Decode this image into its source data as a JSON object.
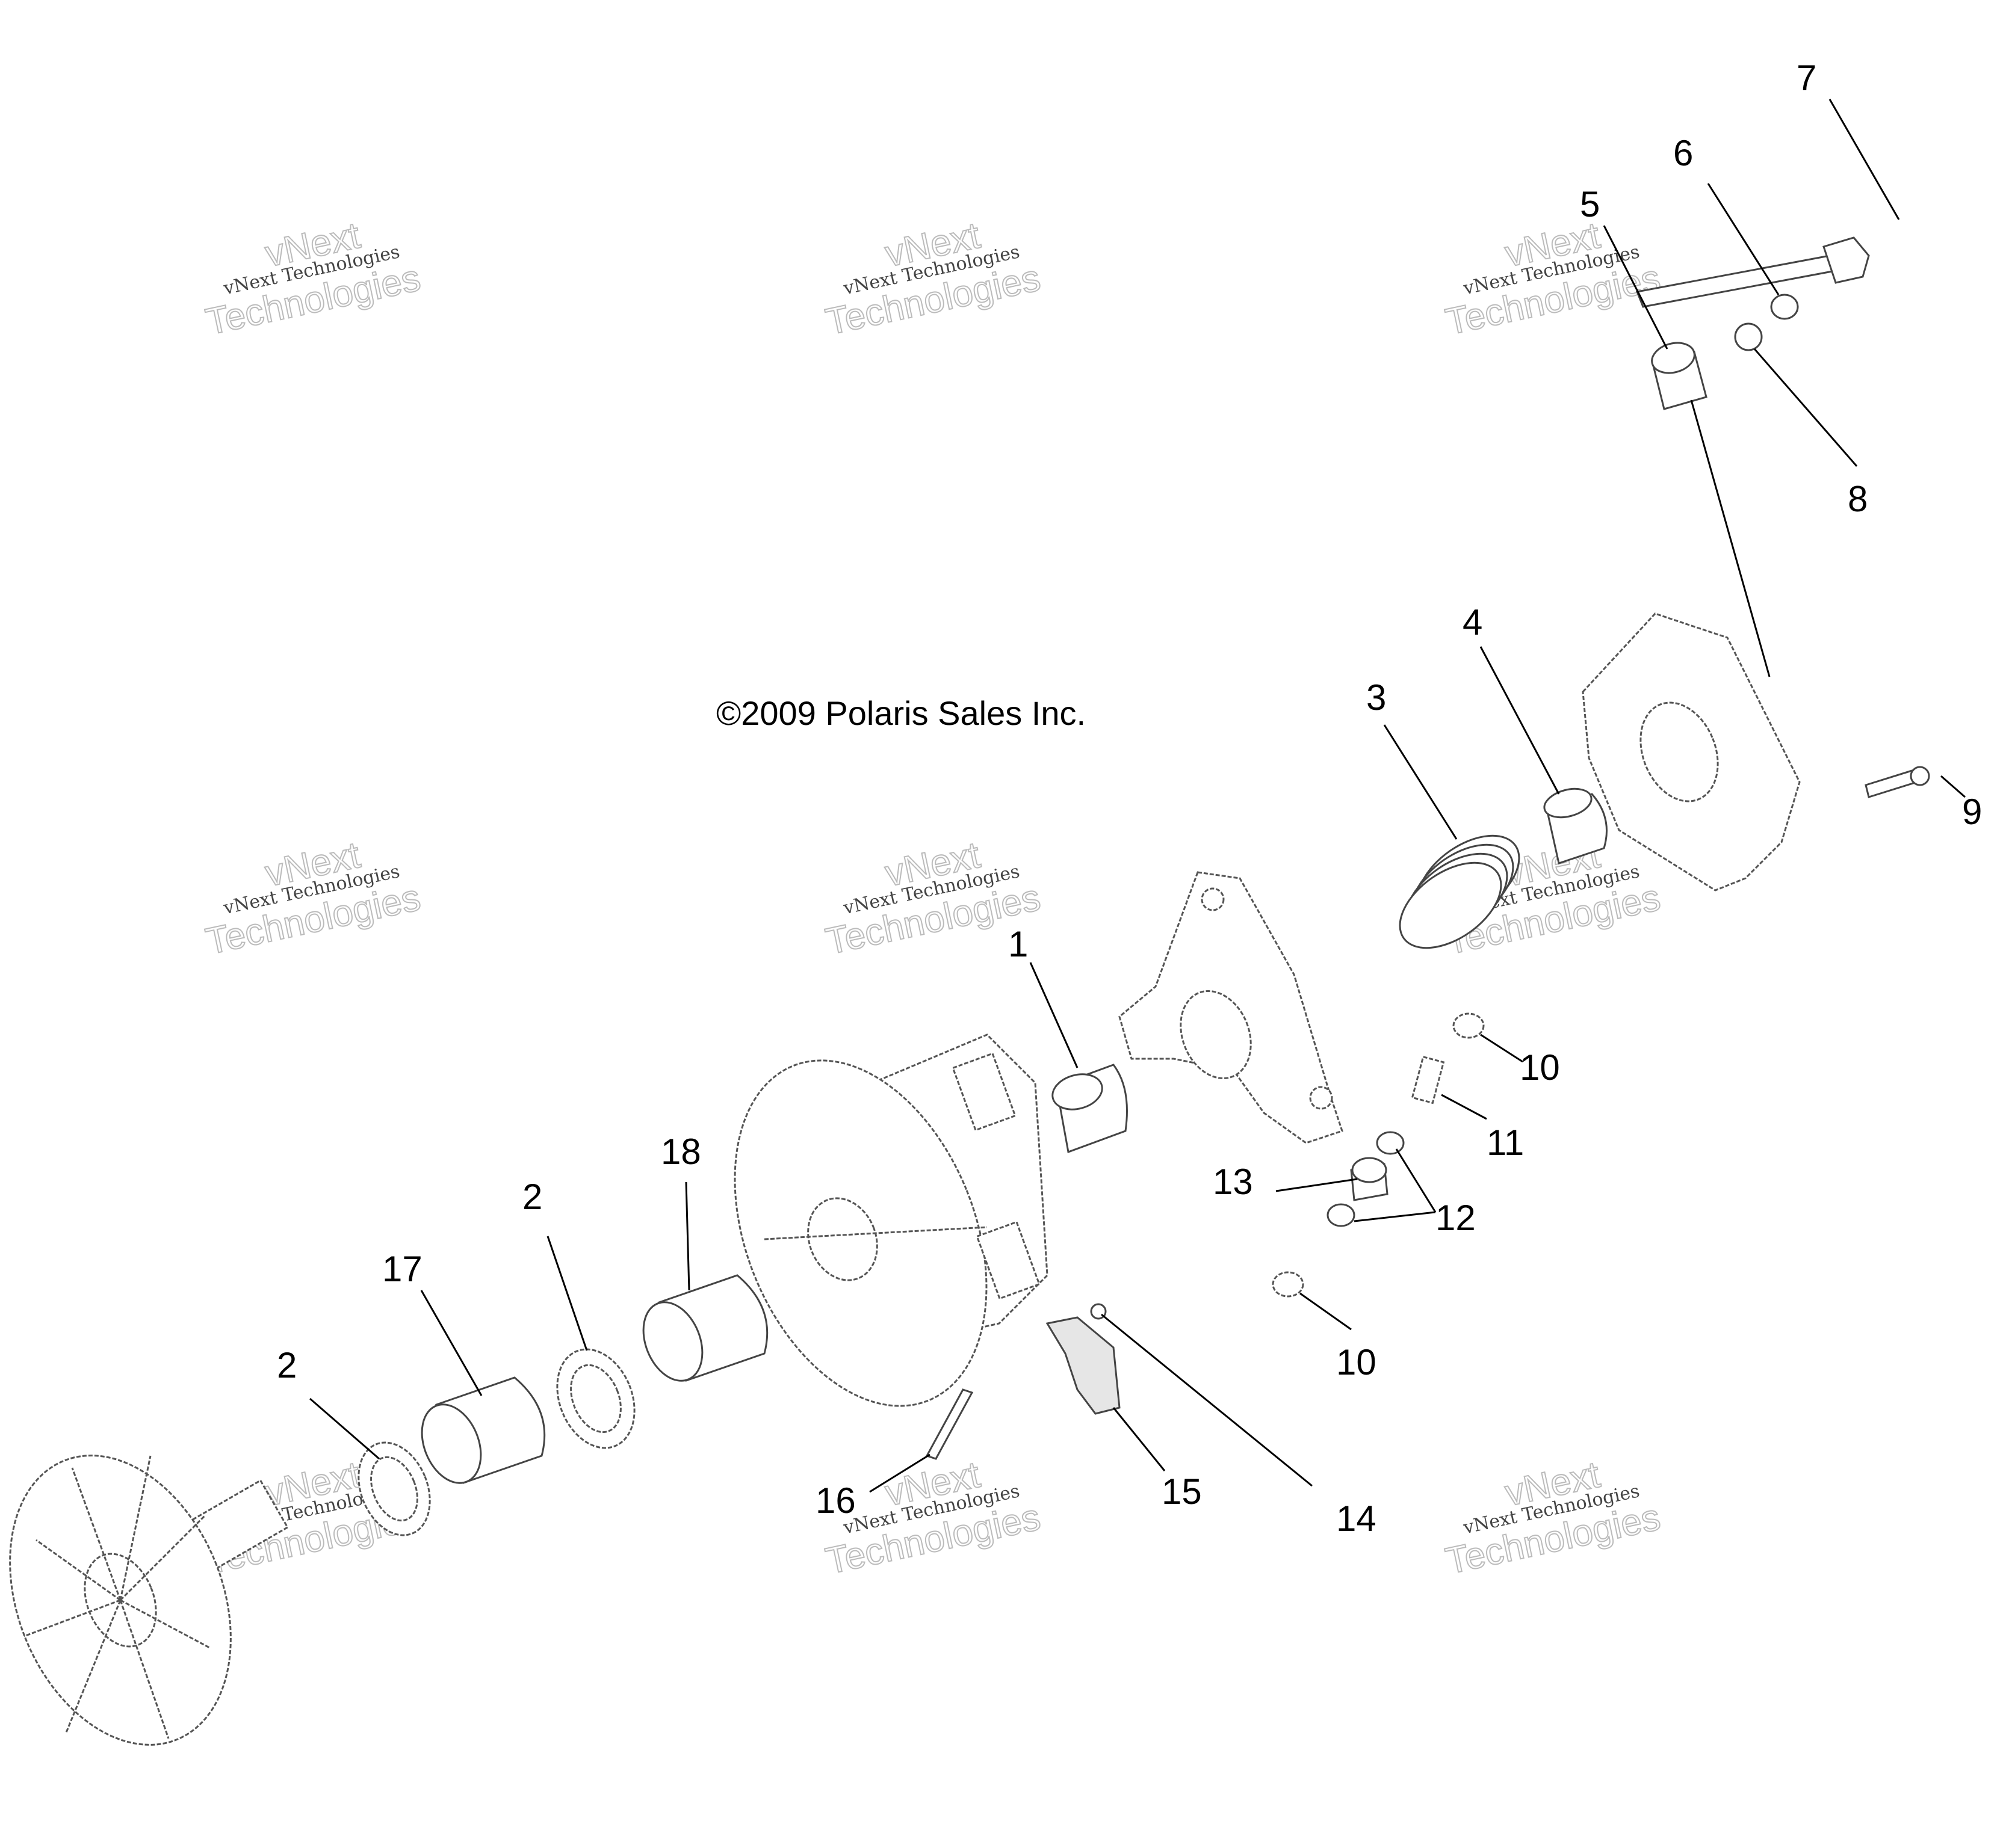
{
  "copyright": "©2009 Polaris Sales Inc.",
  "watermark": {
    "line1": "vNext Technologies",
    "line2": "vNext",
    "line3": "Technologies"
  },
  "callouts": {
    "c1": "1",
    "c2a": "2",
    "c2b": "2",
    "c3": "3",
    "c4": "4",
    "c5": "5",
    "c6": "6",
    "c7": "7",
    "c8": "8",
    "c9": "9",
    "c10a": "10",
    "c10b": "10",
    "c11": "11",
    "c12": "12",
    "c13": "13",
    "c14": "14",
    "c15": "15",
    "c16": "16",
    "c17": "17",
    "c18": "18"
  }
}
